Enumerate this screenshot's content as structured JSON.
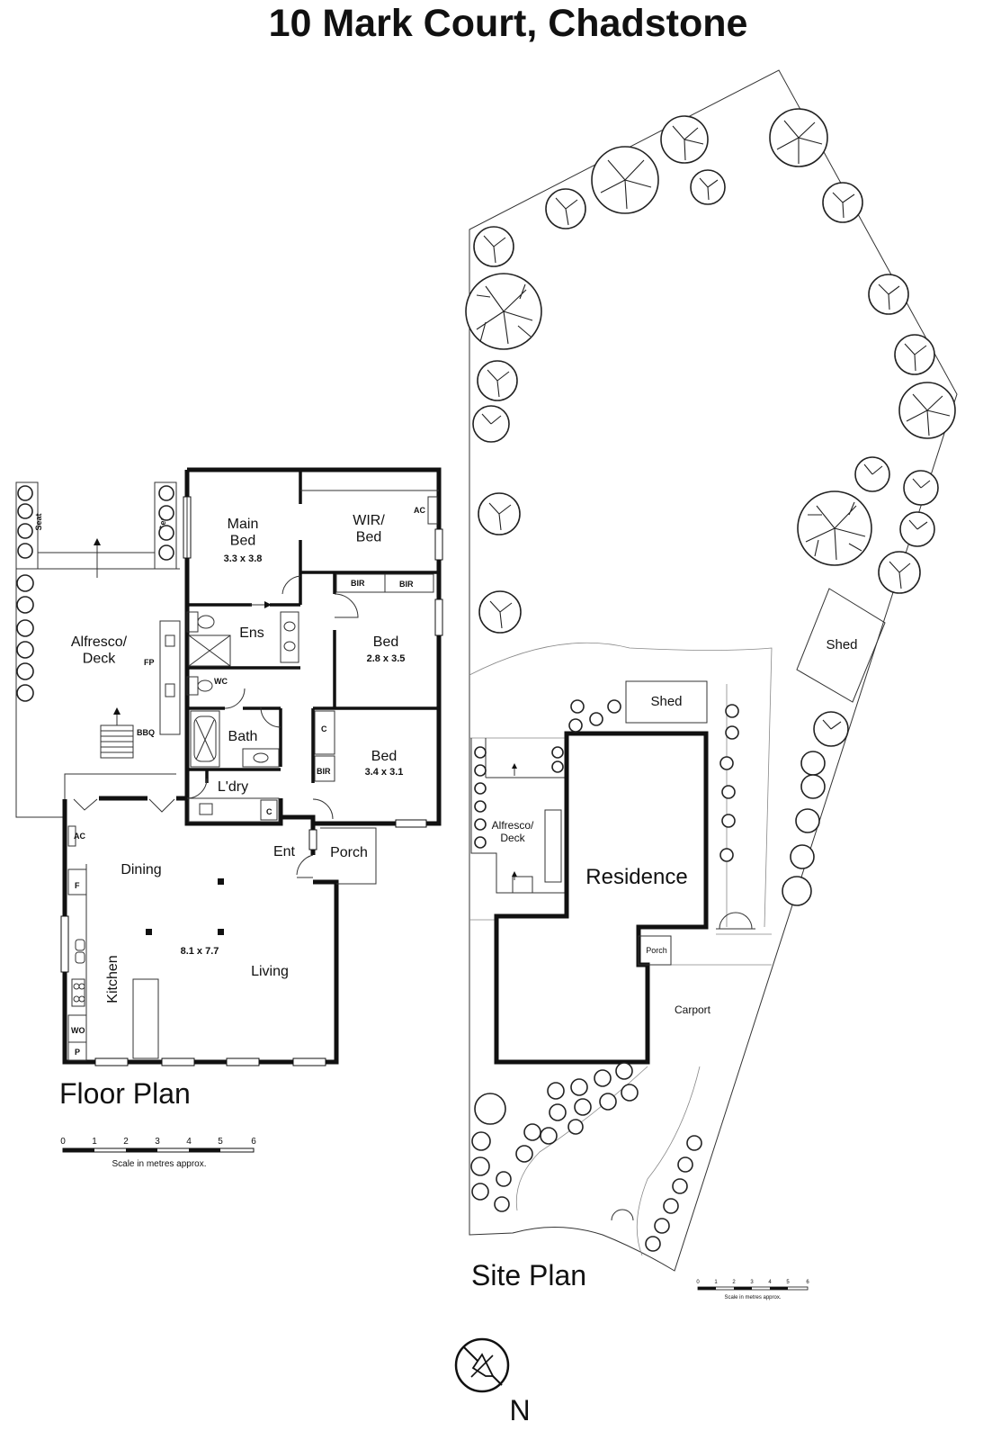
{
  "title": "10 Mark Court, Chadstone",
  "floor_plan": {
    "label": "Floor Plan",
    "rooms": {
      "main_bed": "Main\nBed",
      "main_bed_dim": "3.3 x 3.8",
      "wir_bed": "WIR/\nBed",
      "bir_1": "BIR",
      "bir_2": "BIR",
      "bir_3": "BIR",
      "ens": "Ens",
      "bed_2": "Bed",
      "bed_2_dim": "2.8 x 3.5",
      "wc": "WC",
      "bath": "Bath",
      "bed_3": "Bed",
      "bed_3_dim": "3.4 x 3.1",
      "laundry": "L'dry",
      "alfresco": "Alfresco/\nDeck",
      "fp": "FP",
      "bbq": "BBQ",
      "seat_1": "Seat",
      "seat_2": "Seat",
      "ac_1": "AC",
      "ac_2": "AC",
      "c_1": "C",
      "c_2": "C",
      "ent": "Ent",
      "porch": "Porch",
      "dining": "Dining",
      "living": "Living",
      "living_dim": "8.1 x 7.7",
      "kitchen": "Kitchen",
      "f": "F",
      "wo": "WO",
      "p": "P"
    },
    "scale": {
      "ticks": [
        "0",
        "1",
        "2",
        "3",
        "4",
        "5",
        "6"
      ],
      "caption": "Scale in metres approx."
    }
  },
  "site_plan": {
    "label": "Site Plan",
    "residence": "Residence",
    "shed_1": "Shed",
    "shed_2": "Shed",
    "alfresco": "Alfresco/\nDeck",
    "porch": "Porch",
    "carport": "Carport",
    "scale": {
      "ticks": [
        "0",
        "1",
        "2",
        "3",
        "4",
        "5",
        "6"
      ],
      "caption": "Scale in metres approx."
    }
  },
  "compass": {
    "label": "N"
  }
}
